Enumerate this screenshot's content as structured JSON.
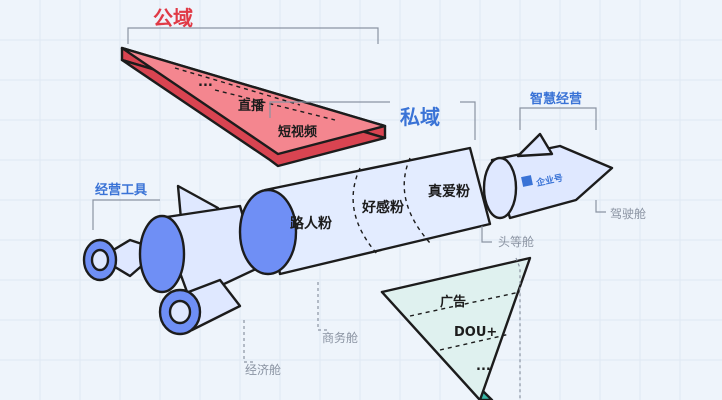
{
  "labels": {
    "public_domain": "公域",
    "private_domain": "私域",
    "smart_ops": "智慧经营",
    "ops_tools": "经营工具",
    "head_cabin": "头等舱",
    "cockpit": "驾驶舱",
    "business_cabin": "商务舱",
    "economy_cabin": "经济舱"
  },
  "public_triangle": {
    "items": [
      "...",
      "直播",
      "短视频"
    ]
  },
  "fuselage": {
    "segments": [
      "路人粉",
      "好感粉",
      "真爱粉"
    ]
  },
  "nose_logo": "企业号",
  "lower_triangle": {
    "items": [
      "广告",
      "DOU+",
      "..."
    ]
  },
  "colors": {
    "red_fill": "#f4868f",
    "red_side": "#d94451",
    "blue_body": "#e3ecff",
    "blue_end": "#6f8ff5",
    "teal_side": "#39b8a8",
    "teal_fill": "#dff1ef",
    "label_blue": "#3a73d6",
    "label_red": "#e03a46"
  }
}
